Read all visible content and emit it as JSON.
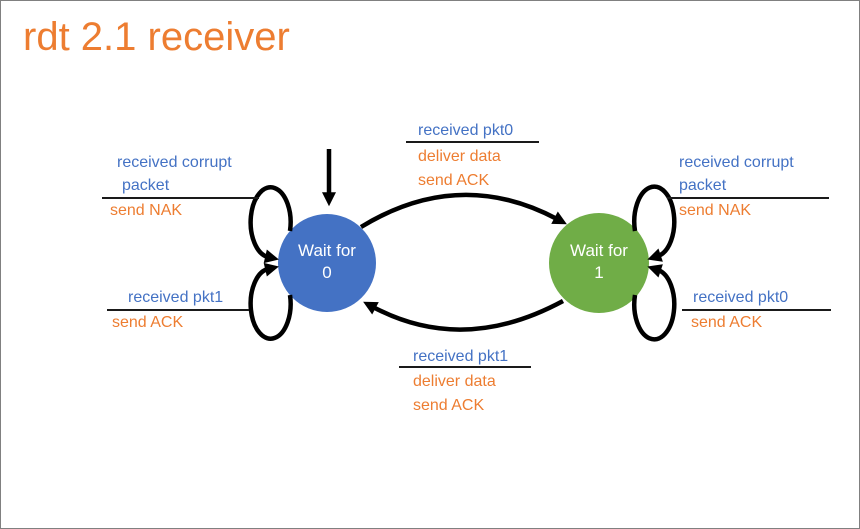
{
  "slide": {
    "title": "rdt 2.1 receiver"
  },
  "colors": {
    "title_orange": "#ED7D31",
    "label_blue": "#4472C4",
    "action_orange": "#ED7D31",
    "state0_fill": "#4472C4",
    "state1_fill": "#70AD47",
    "arrow_black": "#000000"
  },
  "states": {
    "wait0": {
      "line1": "Wait for",
      "line2": "0"
    },
    "wait1": {
      "line1": "Wait for",
      "line2": "1"
    }
  },
  "transitions": {
    "wait0_self_corrupt": {
      "condition_line1": "received corrupt",
      "condition_line2": "packet",
      "action": "send NAK"
    },
    "wait0_self_pkt1": {
      "condition": "received pkt1",
      "action": "send ACK"
    },
    "wait0_to_wait1": {
      "condition": "received pkt0",
      "action1": "deliver data",
      "action2": "send ACK"
    },
    "wait1_to_wait0": {
      "condition": "received pkt1",
      "action1": "deliver data",
      "action2": "send ACK"
    },
    "wait1_self_corrupt": {
      "condition_line1": "received corrupt",
      "condition_line2": "packet",
      "action": "send NAK"
    },
    "wait1_self_pkt0": {
      "condition": "received pkt0",
      "action": "send ACK"
    }
  }
}
